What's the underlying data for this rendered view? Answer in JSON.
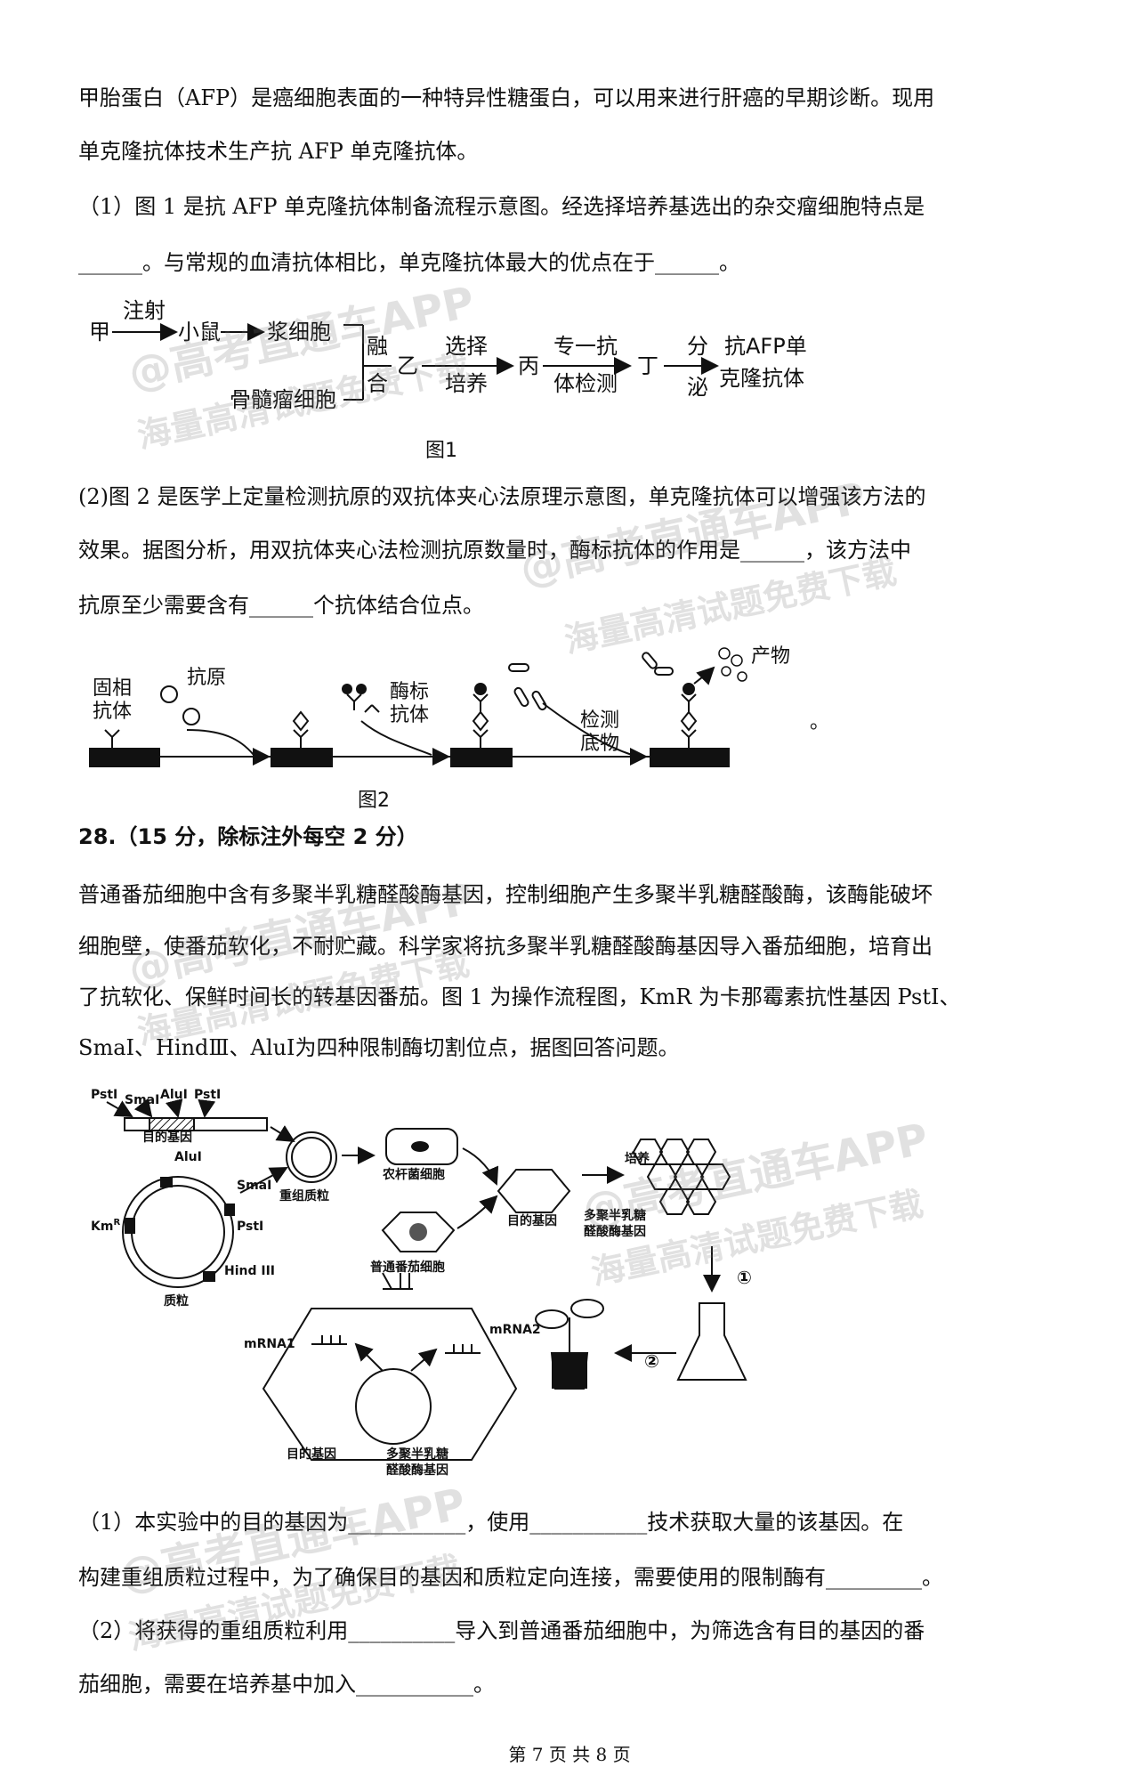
{
  "q27": {
    "intro1": "甲胎蛋白（AFP）是癌细胞表面的一种特异性糖蛋白，可以用来进行肝癌的早期诊断。现用",
    "intro2": "单克隆抗体技术生产抗 AFP 单克隆抗体。",
    "p1a": "（1）图 1 是抗 AFP 单克隆抗体制备流程示意图。经选择培养基选出的杂交瘤细胞特点是",
    "p1b": "______。与常规的血清抗体相比，单克隆抗体最大的优点在于______。",
    "fig1": {
      "jia": "甲",
      "zhushe": "注射",
      "xiaoshu": "小鼠",
      "jiangxibao": "浆细胞",
      "gusui": "骨髓瘤细胞",
      "rong": "融",
      "he": "合",
      "yi": "乙",
      "xuanze": "选择",
      "peiyang": "培养",
      "bing": "丙",
      "zhuanyi": "专一抗",
      "tijiance": "体检测",
      "ding": "丁",
      "fen": "分",
      "mi": "泌",
      "product1": "抗AFP单",
      "product2": "克隆抗体",
      "caption": "图1"
    },
    "p2a": "(2)图 2 是医学上定量检测抗原的双抗体夹心法原理示意图，单克隆抗体可以增强该方法的",
    "p2b": "效果。据图分析，用双抗体夹心法检测抗原数量时，酶标抗体的作用是______，该方法中",
    "p2c": "抗原至少需要含有______个抗体结合位点。",
    "fig2": {
      "guxiang1": "固相",
      "guxiang2": "抗体",
      "kangyuan": "抗原",
      "meibiao1": "酶标",
      "meibiao2": "抗体",
      "jiance1": "检测",
      "jiance2": "底物",
      "chanwu": "产物",
      "tail": "。",
      "caption": "图2"
    }
  },
  "q28": {
    "title": "28.（15 分，除标注外每空 2 分）",
    "intro1": "普通番茄细胞中含有多聚半乳糖醛酸酶基因，控制细胞产生多聚半乳糖醛酸酶，该酶能破坏",
    "intro2": "细胞壁，使番茄软化，不耐贮藏。科学家将抗多聚半乳糖醛酸酶基因导入番茄细胞，培育出",
    "intro3": "了抗软化、保鲜时间长的转基因番茄。图 1 为操作流程图，KmR 为卡那霉素抗性基因 PstⅠ、",
    "intro4": "SmaⅠ、HindⅢ、AluⅠ为四种限制酶切割位点，据图回答问题。",
    "fig": {
      "pst1": "PstI",
      "sma1": "SmaI",
      "alu1": "AluI",
      "pst2": "PstI",
      "target_gene": "目的基因",
      "alu_plasmid": "AluI",
      "sma_plasmid": "SmaI",
      "kmr": "Km",
      "kmr_sup": "R",
      "pst_plasmid": "PstI",
      "hind": "Hind III",
      "plasmid": "质粒",
      "recombinant": "重组质粒",
      "agro": "农杆菌细胞",
      "tomato": "普通番茄细胞",
      "target2": "目的基因",
      "pg1": "多聚半乳糖",
      "pg2": "醛酸酶基因",
      "culture": "培养",
      "step1": "①",
      "step2": "②",
      "mrna1": "mRNA1",
      "mrna2": "mRNA2",
      "target3": "目的基因",
      "pg3": "多聚半乳糖",
      "pg4": "醛酸酶基因"
    },
    "q1a": "（1）本实验中的目的基因为___________，使用___________技术获取大量的该基因。在",
    "q1b": "构建重组质粒过程中，为了确保目的基因和质粒定向连接，需要使用的限制酶有_________。",
    "q2a": "（2）将获得的重组质粒利用__________导入到普通番茄细胞中，为筛选含有目的基因的番",
    "q2b": "茄细胞，需要在培养基中加入___________。"
  },
  "footer": "第 7 页 共 8 页",
  "watermark": {
    "line1": "@高考直通车APP",
    "line2": "海量高清试题免费下载"
  }
}
